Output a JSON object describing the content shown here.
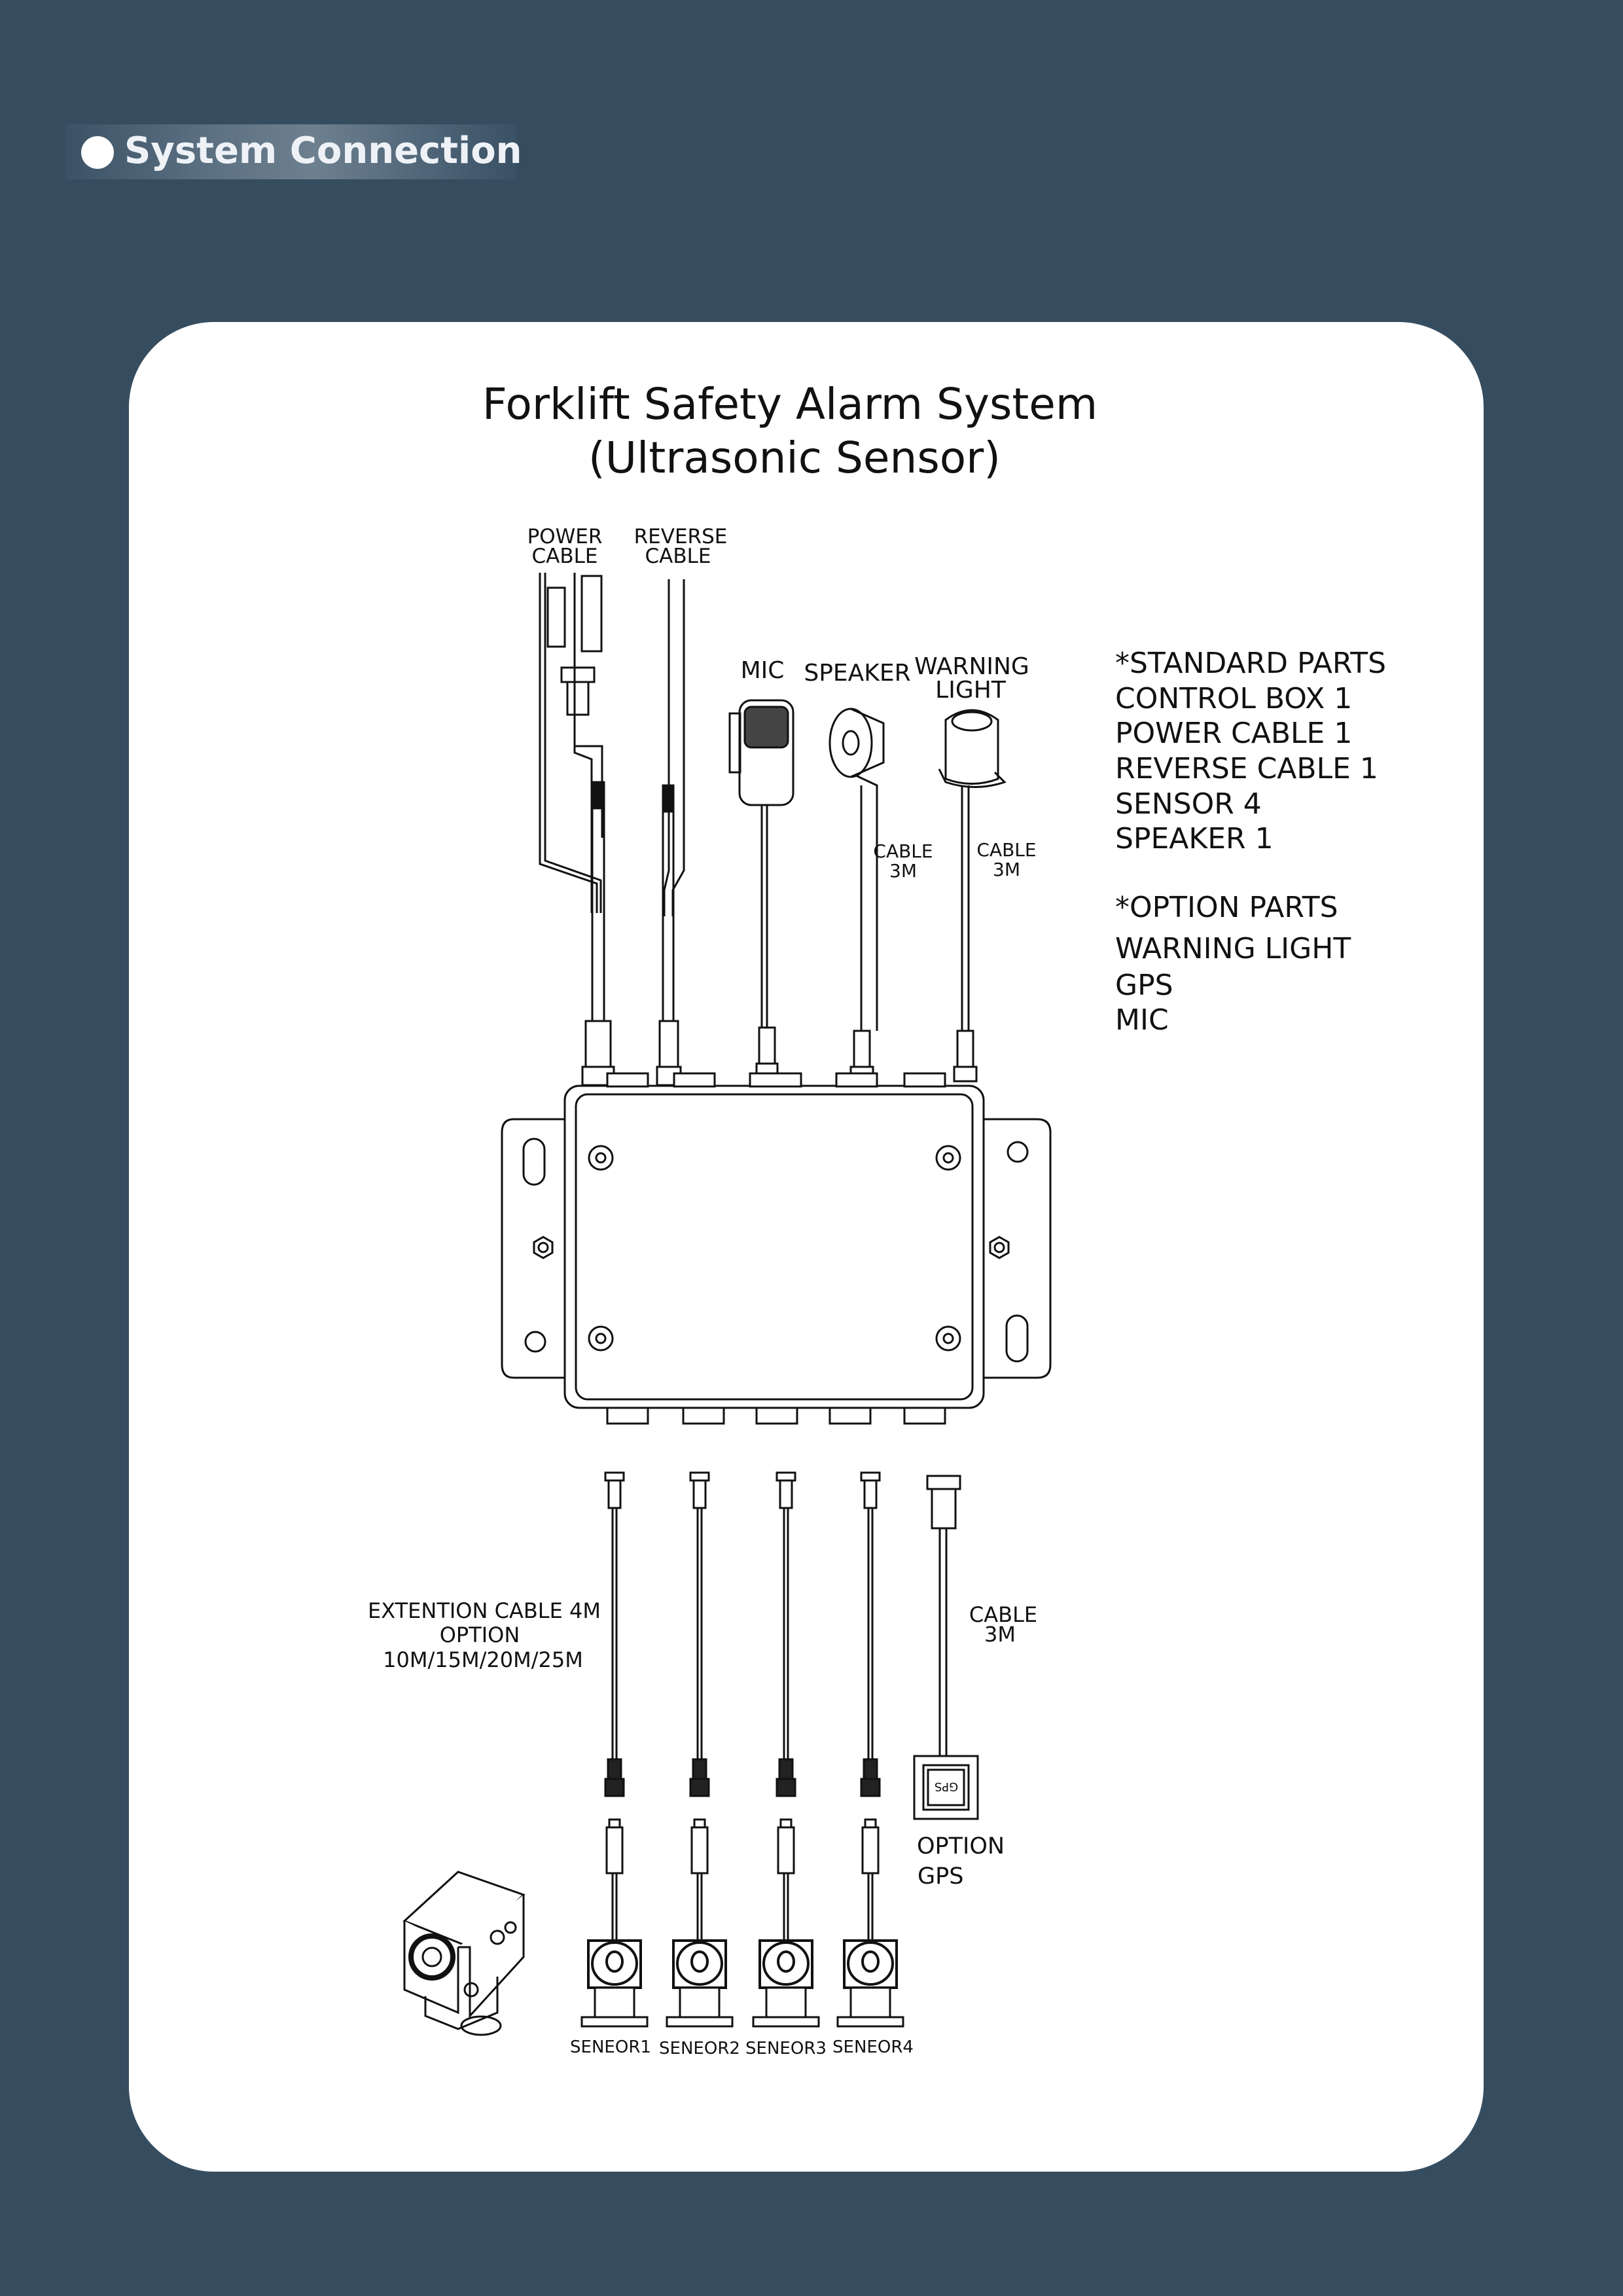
{
  "header": {
    "title": "System Connection"
  },
  "diagram": {
    "title_line1": "Forklift Safety Alarm System",
    "title_line2": "(Ultrasonic Sensor)",
    "top_labels": {
      "power_cable": [
        "POWER",
        "CABLE"
      ],
      "reverse_cable": [
        "REVERSE",
        "CABLE"
      ],
      "mic": "MIC",
      "speaker": "SPEAKER",
      "warning_light": [
        "WARNING",
        "LIGHT"
      ],
      "speaker_cable": [
        "CABLE",
        "3M"
      ],
      "light_cable": [
        "CABLE",
        "3M"
      ]
    },
    "standard_parts": {
      "heading": "*STANDARD PARTS",
      "items": [
        "CONTROL BOX 1",
        "POWER CABLE 1",
        "REVERSE CABLE 1",
        "SENSOR 4",
        "SPEAKER 1"
      ]
    },
    "option_parts": {
      "heading": "*OPTION PARTS",
      "items": [
        "WARNING LIGHT",
        "GPS",
        "MIC"
      ]
    },
    "extension_label": [
      "EXTENTION CABLE 4M",
      "OPTION",
      "10M/15M/20M/25M"
    ],
    "gps_cable": [
      "CABLE",
      "3M"
    ],
    "gps_module_text": "GPS",
    "gps_label": [
      "OPTION",
      "GPS"
    ],
    "sensors": [
      "SENEOR1",
      "SENEOR2",
      "SENEOR3",
      "SENEOR4"
    ]
  }
}
